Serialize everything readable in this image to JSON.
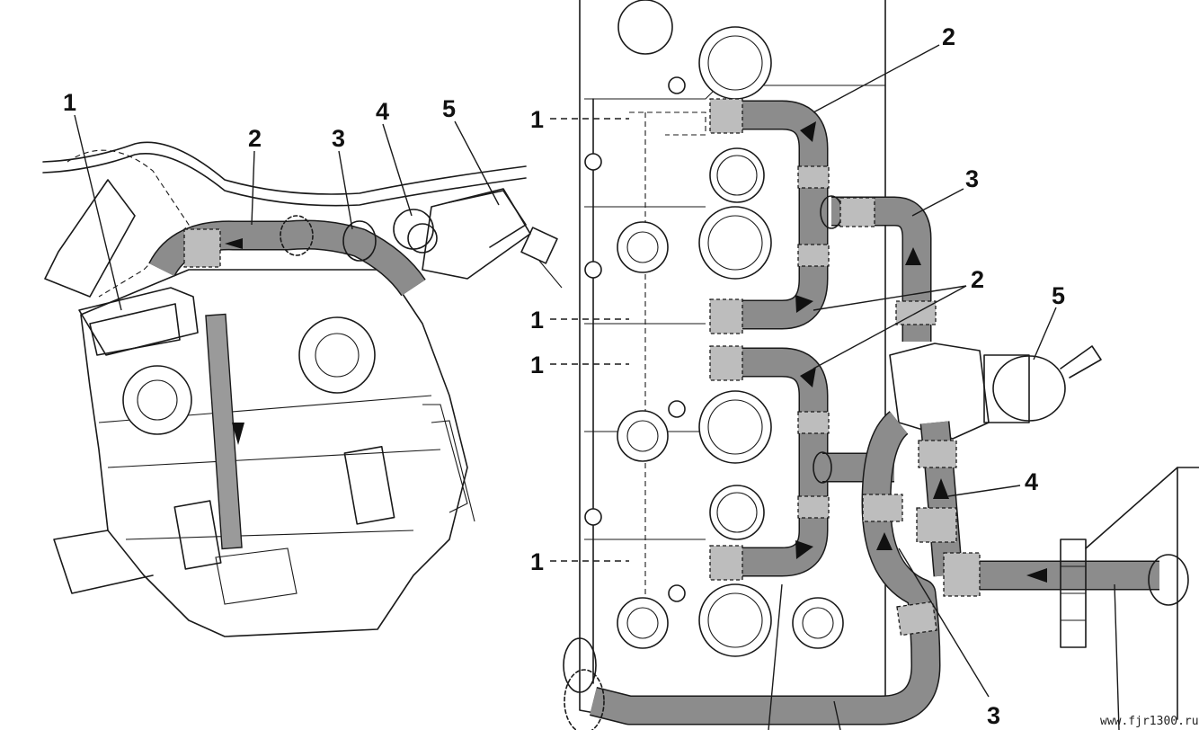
{
  "diagram": {
    "left_view": {
      "callouts": [
        "1",
        "2",
        "3",
        "4",
        "5"
      ]
    },
    "right_view": {
      "callouts": [
        "1",
        "1",
        "1",
        "1",
        "2",
        "2",
        "3",
        "3",
        "4",
        "5"
      ]
    },
    "watermark": "www.fjr1300.ru",
    "colors": {
      "hose_fill": "#8c8c8c",
      "outline": "#1a1a1a",
      "background": "#ffffff"
    }
  }
}
